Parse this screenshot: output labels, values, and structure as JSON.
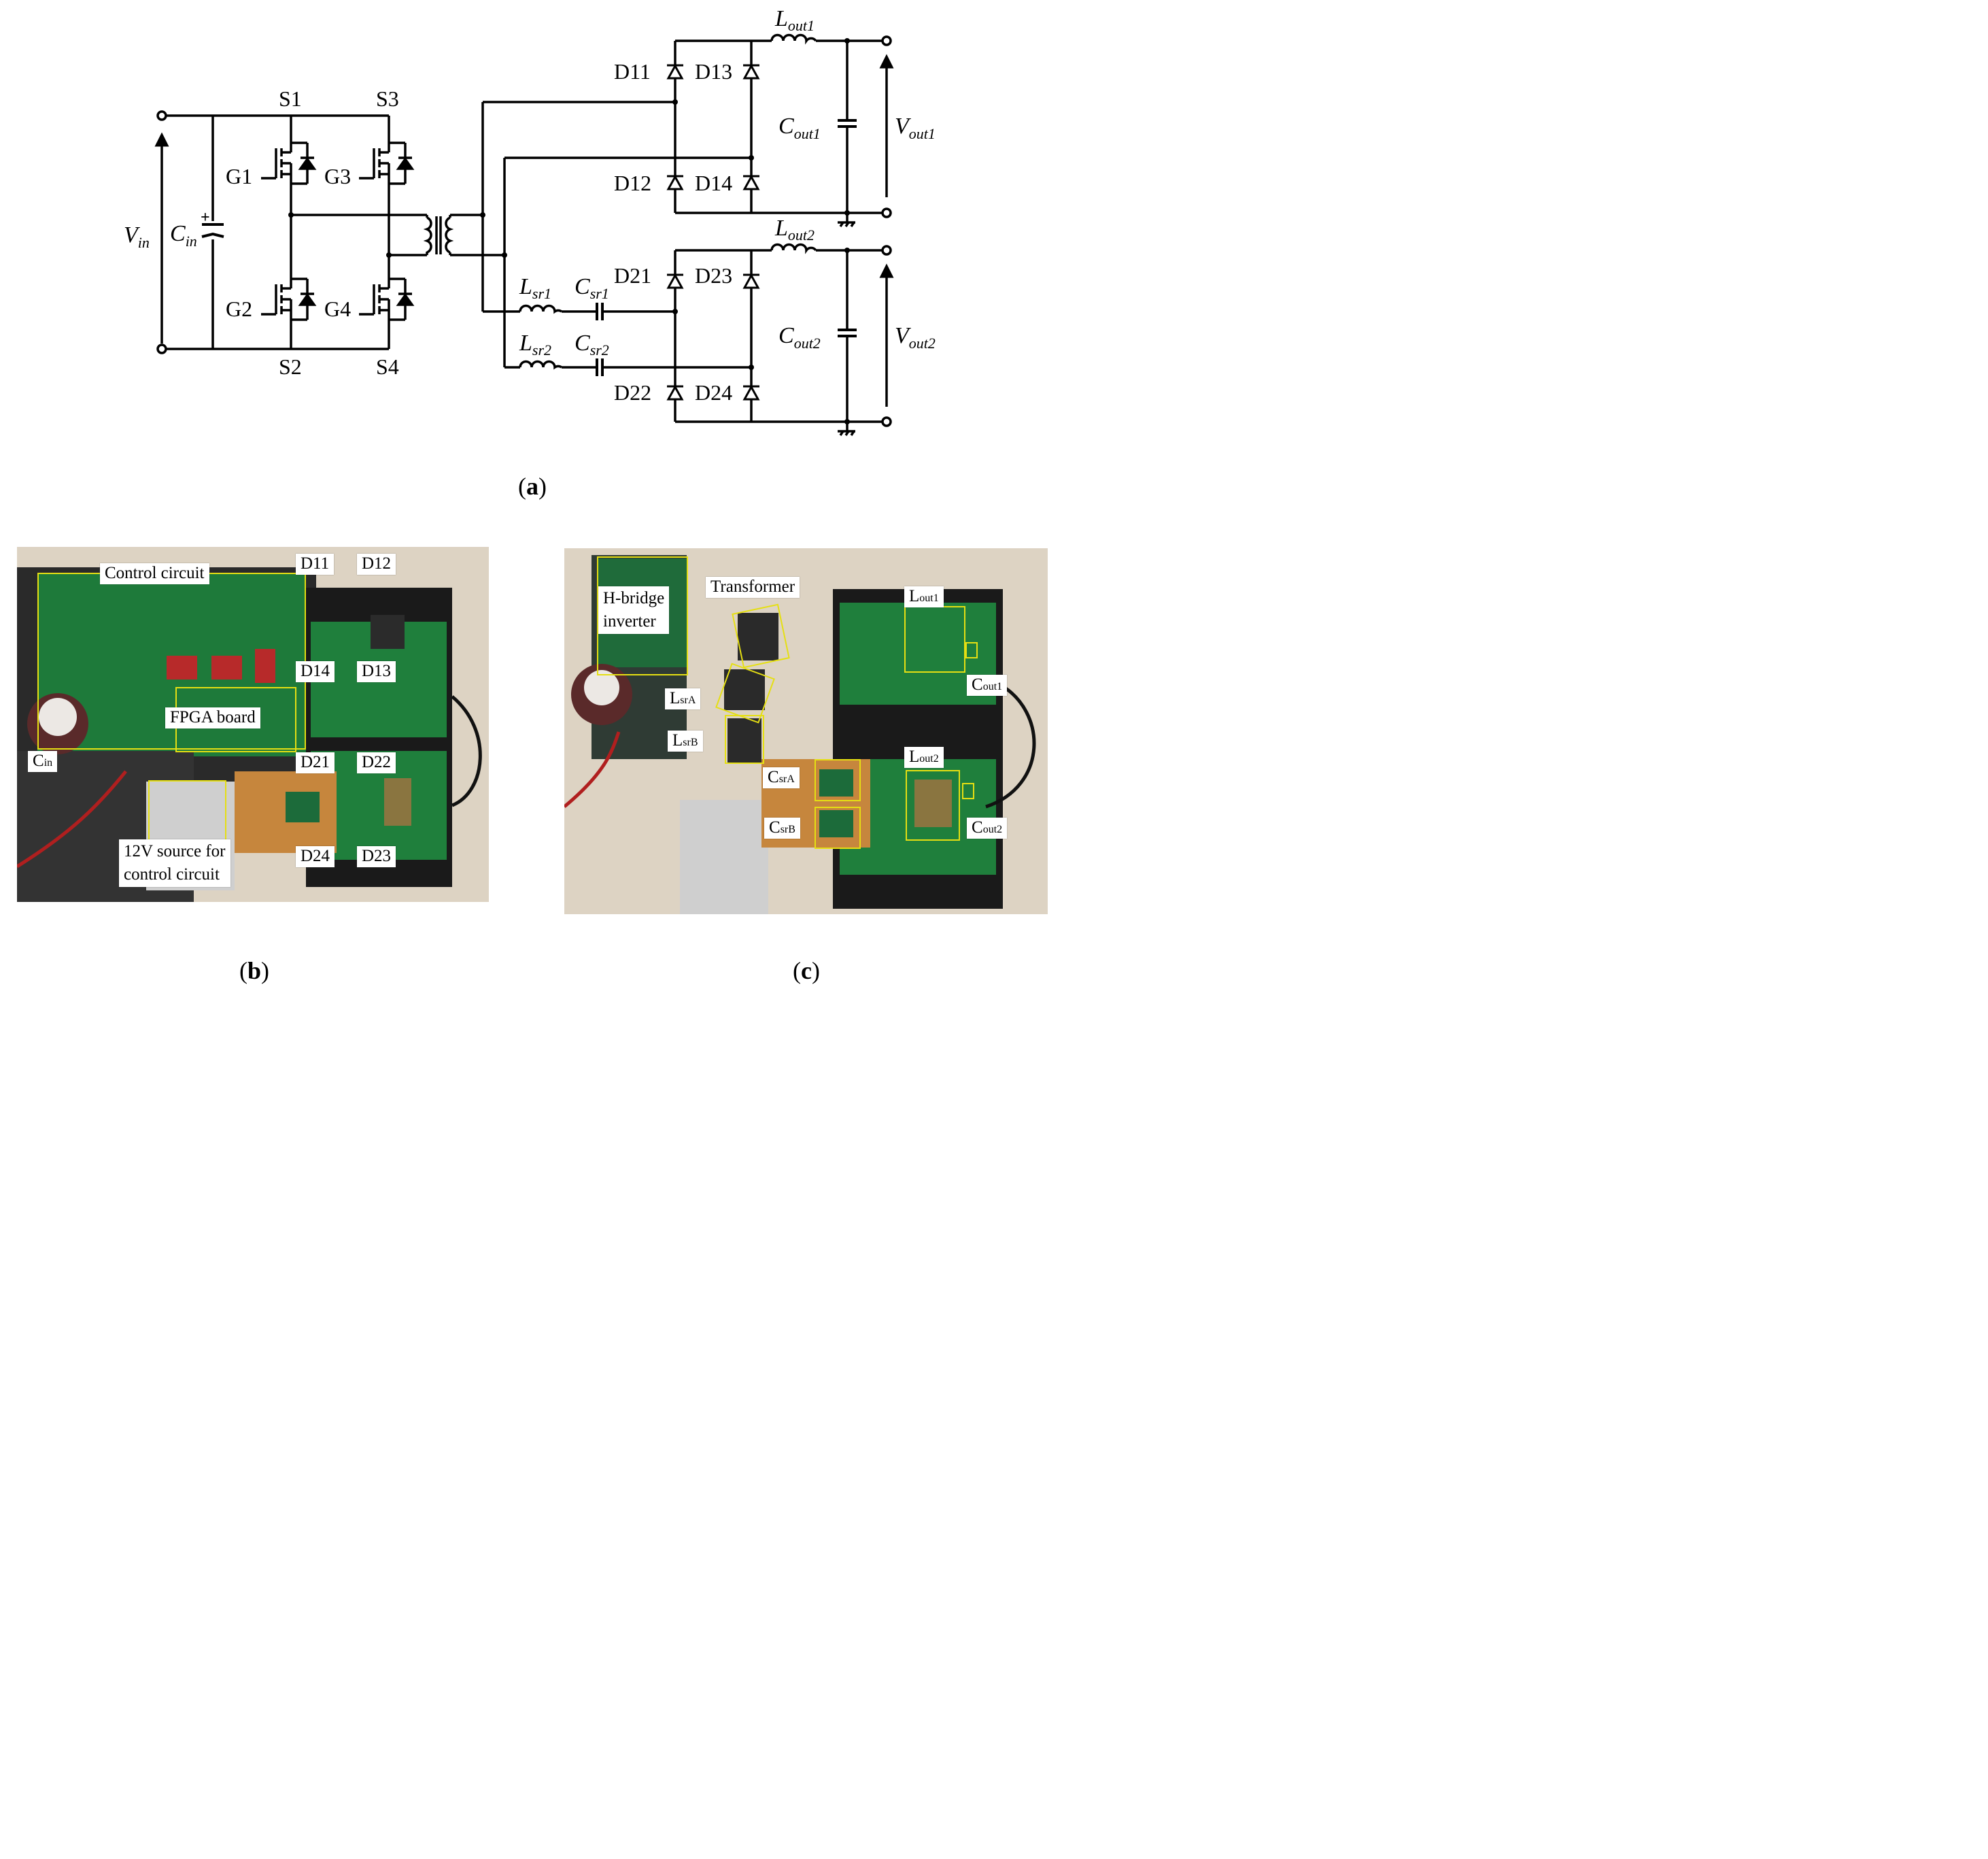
{
  "circuit": {
    "switches": [
      "S1",
      "S2",
      "S3",
      "S4"
    ],
    "gates": [
      "G1",
      "G2",
      "G3",
      "G4"
    ],
    "diodes": [
      "D11",
      "D12",
      "D13",
      "D14",
      "D21",
      "D22",
      "D23",
      "D24"
    ],
    "vin": {
      "main": "V",
      "sub": "in"
    },
    "cin": {
      "main": "C",
      "sub": "in"
    },
    "lout1": {
      "main": "L",
      "sub": "out1"
    },
    "lout2": {
      "main": "L",
      "sub": "out2"
    },
    "cout1": {
      "main": "C",
      "sub": "out1"
    },
    "cout2": {
      "main": "C",
      "sub": "out2"
    },
    "vout1": {
      "main": "V",
      "sub": "out1"
    },
    "vout2": {
      "main": "V",
      "sub": "out2"
    },
    "lsr1": {
      "main": "L",
      "sub": "sr1"
    },
    "lsr2": {
      "main": "L",
      "sub": "sr2"
    },
    "csr1": {
      "main": "C",
      "sub": "sr1"
    },
    "csr2": {
      "main": "C",
      "sub": "sr2"
    }
  },
  "captions": {
    "a": "a",
    "b": "b",
    "c": "c"
  },
  "photo_b": {
    "control_circuit": "Control circuit",
    "fpga_board": "FPGA board",
    "source_line1": "12V source for",
    "source_line2": "control circuit",
    "cin": {
      "main": "C",
      "sub": "in"
    },
    "diodes": [
      "D11",
      "D12",
      "D14",
      "D13",
      "D21",
      "D22",
      "D24",
      "D23"
    ]
  },
  "photo_c": {
    "hbridge_line1": "H-bridge",
    "hbridge_line2": "inverter",
    "transformer": "Transformer",
    "lout1": {
      "main": "L",
      "sub": "out1"
    },
    "cout1": {
      "main": "C",
      "sub": "out1"
    },
    "lout2": {
      "main": "L",
      "sub": "out2"
    },
    "cout2": {
      "main": "C",
      "sub": "out2"
    },
    "lsra": {
      "main": "L",
      "sub": "srA"
    },
    "lsrb": {
      "main": "L",
      "sub": "srB"
    },
    "csra": {
      "main": "C",
      "sub": "srA"
    },
    "csrb": {
      "main": "C",
      "sub": "srB"
    }
  }
}
